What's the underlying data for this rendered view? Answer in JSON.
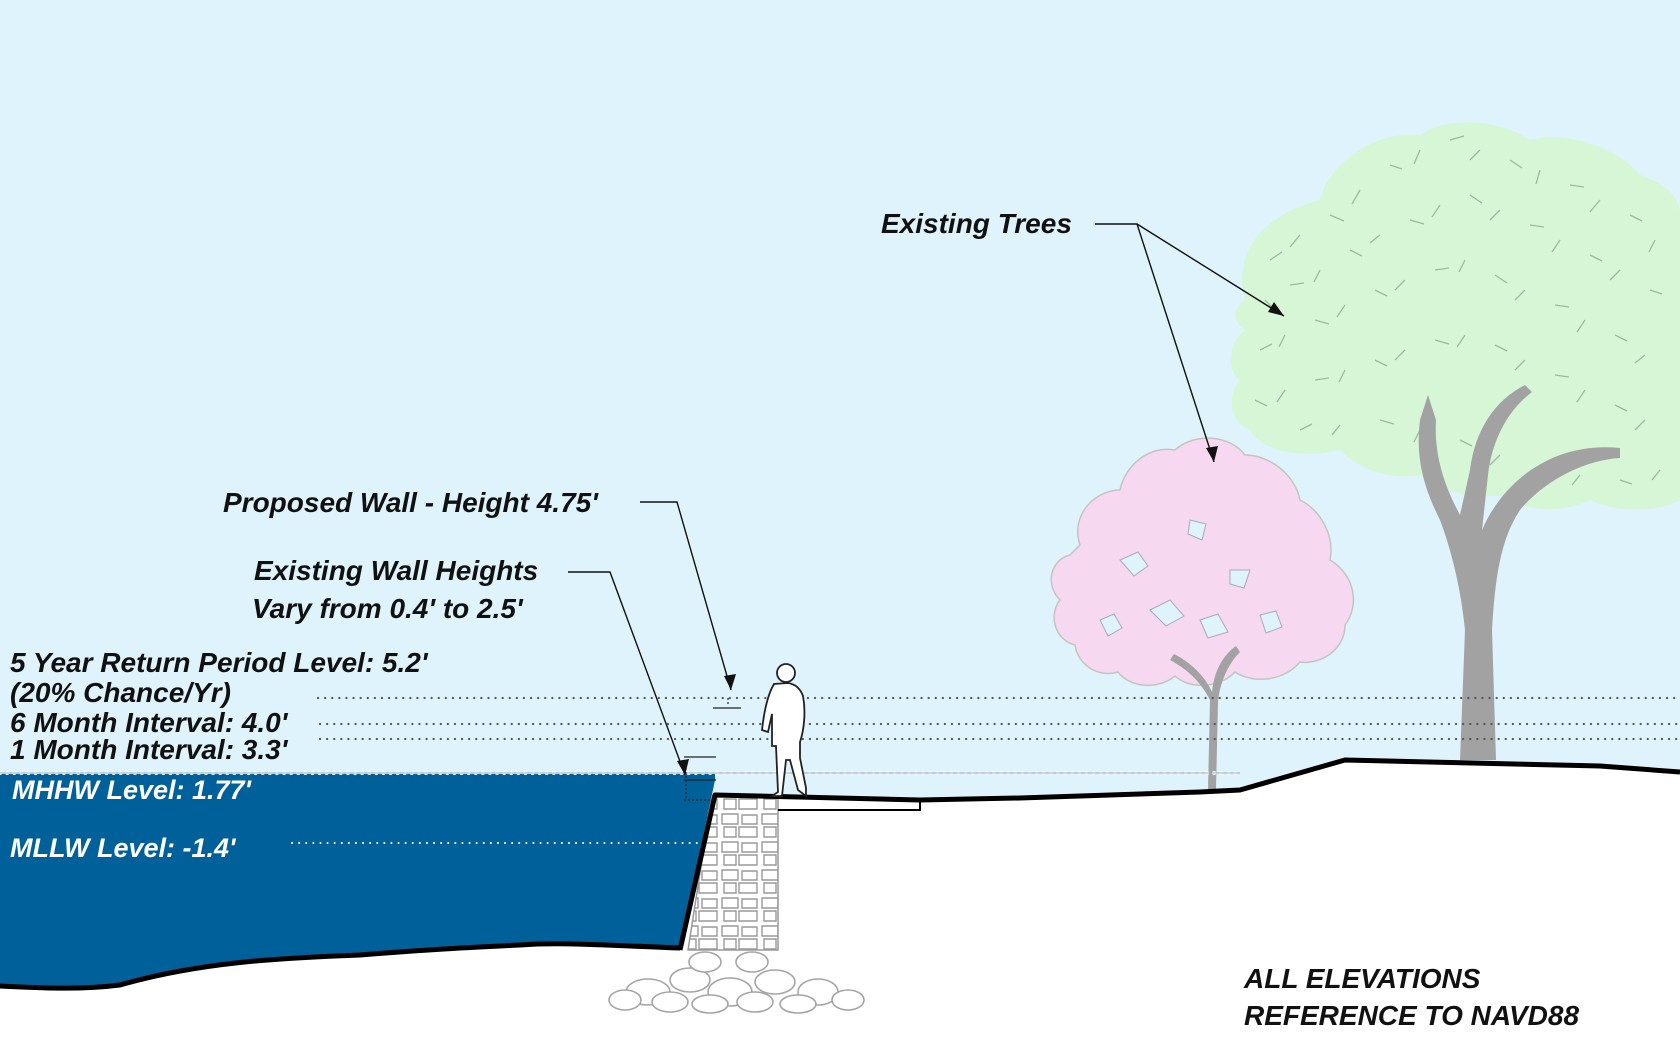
{
  "labels": {
    "existing_trees": "Existing Trees",
    "proposed_wall": "Proposed Wall - Height 4.75'",
    "existing_wall_line1": "Existing Wall Heights",
    "existing_wall_line2": "Vary from 0.4' to 2.5'",
    "five_year_line1": "5 Year Return Period Level: 5.2'",
    "five_year_line2": "(20% Chance/Yr)",
    "six_month": "6 Month Interval: 4.0'",
    "one_month": "1 Month Interval: 3.3'",
    "mhhw": "MHHW Level: 1.77'",
    "mllw": "MLLW Level: -1.4'",
    "note_line1": "ALL ELEVATIONS",
    "note_line2": "REFERENCE TO NAVD88"
  },
  "colors": {
    "sky": "#def3fb",
    "water": "#00609a",
    "ground": "#ffffff",
    "tree_green": "#d6f6d6",
    "tree_pink": "#f6d8f0",
    "trunk": "#a2a2a2"
  }
}
